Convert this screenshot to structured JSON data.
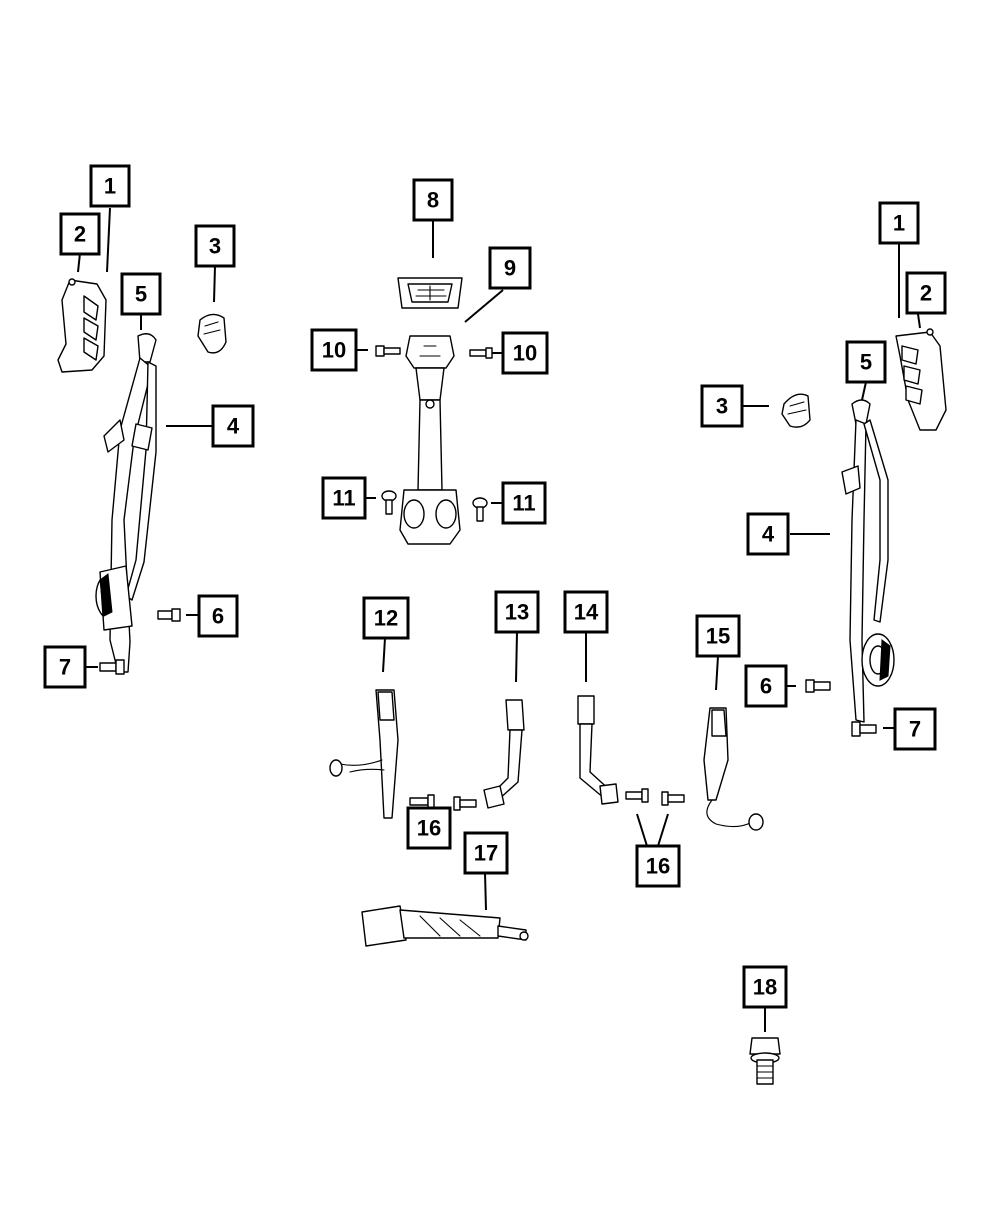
{
  "diagram": {
    "callouts": [
      {
        "id": "c1a",
        "label": "1"
      },
      {
        "id": "c2a",
        "label": "2"
      },
      {
        "id": "c3a",
        "label": "3"
      },
      {
        "id": "c5a",
        "label": "5"
      },
      {
        "id": "c4a",
        "label": "4"
      },
      {
        "id": "c6a",
        "label": "6"
      },
      {
        "id": "c7a",
        "label": "7"
      },
      {
        "id": "c8",
        "label": "8"
      },
      {
        "id": "c9",
        "label": "9"
      },
      {
        "id": "c10a",
        "label": "10"
      },
      {
        "id": "c10b",
        "label": "10"
      },
      {
        "id": "c11a",
        "label": "11"
      },
      {
        "id": "c11b",
        "label": "11"
      },
      {
        "id": "c1b",
        "label": "1"
      },
      {
        "id": "c2b",
        "label": "2"
      },
      {
        "id": "c5b",
        "label": "5"
      },
      {
        "id": "c3b",
        "label": "3"
      },
      {
        "id": "c4b",
        "label": "4"
      },
      {
        "id": "c6b",
        "label": "6"
      },
      {
        "id": "c7b",
        "label": "7"
      },
      {
        "id": "c12",
        "label": "12"
      },
      {
        "id": "c13",
        "label": "13"
      },
      {
        "id": "c14",
        "label": "14"
      },
      {
        "id": "c15",
        "label": "15"
      },
      {
        "id": "c16a",
        "label": "16"
      },
      {
        "id": "c16b",
        "label": "16"
      },
      {
        "id": "c17",
        "label": "17"
      },
      {
        "id": "c18",
        "label": "18"
      }
    ]
  }
}
